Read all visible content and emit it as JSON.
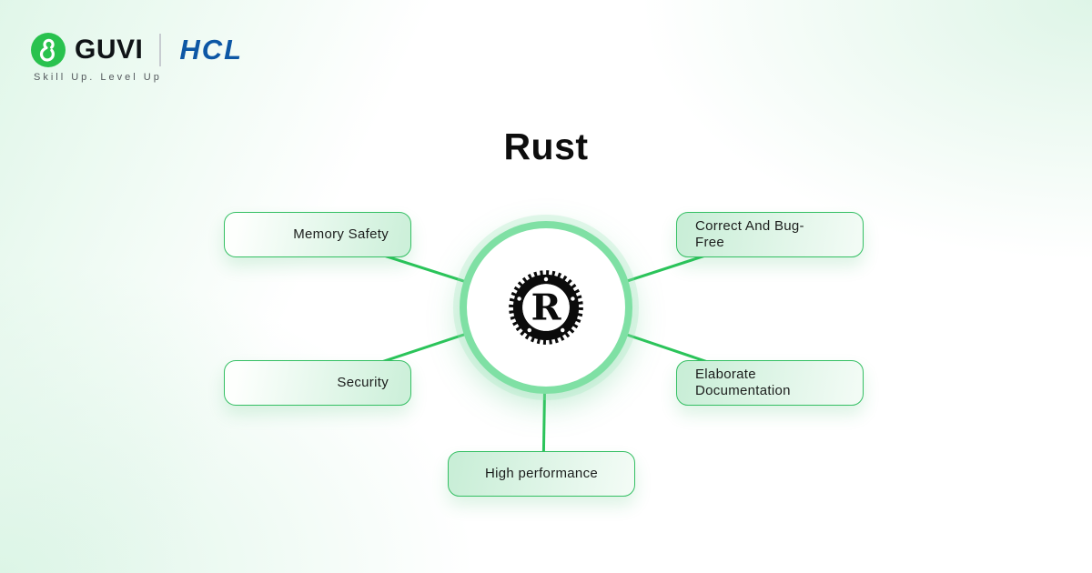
{
  "brand": {
    "guvi_label": "GUVI",
    "hcl_label": "HCL",
    "tagline": "Skill Up. Level Up"
  },
  "title": "Rust",
  "diagram": {
    "center_icon": "rust-gear-logo",
    "nodes": [
      {
        "label": "Memory Safety",
        "position": "top-left"
      },
      {
        "label": "Correct And Bug-Free",
        "position": "top-right"
      },
      {
        "label": "Security",
        "position": "middle-left"
      },
      {
        "label": "Elaborate Documentation",
        "position": "middle-right"
      },
      {
        "label": "High performance",
        "position": "bottom-center"
      }
    ],
    "colors": {
      "connector_line": "#2bc45a",
      "circle_border": "#7fe0a4",
      "box_border": "#34bf63",
      "box_fill_green": "#cdf0da",
      "guvi_green": "#29c24e",
      "hcl_blue": "#0d57a5"
    }
  }
}
